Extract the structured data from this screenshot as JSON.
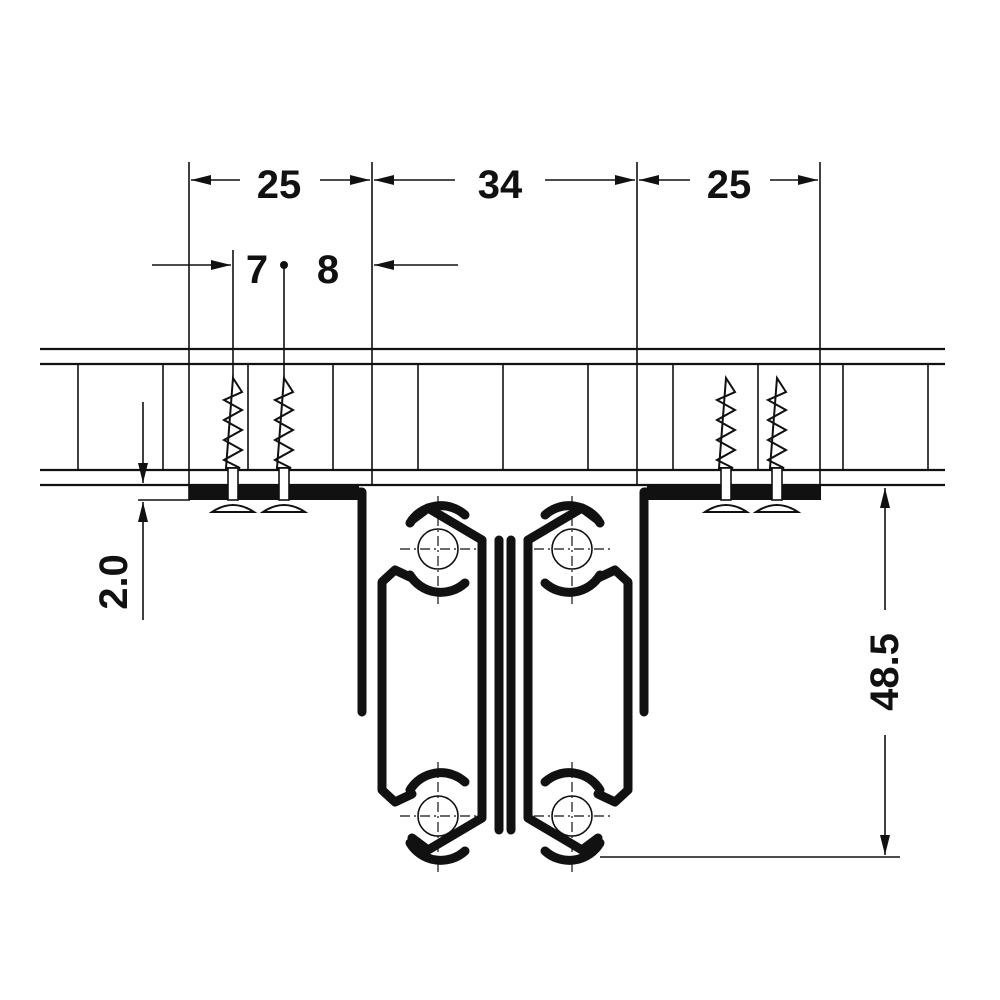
{
  "drawing": {
    "type": "technical drawing",
    "subject": "drawer slide rail mounted under panel"
  },
  "dimensions": {
    "top_left": "25",
    "top_middle": "34",
    "top_right": "25",
    "screw_left": "7",
    "screw_right": "8",
    "rail_thickness": "2.0",
    "rail_height": "48.5"
  },
  "colors": {
    "line": "#111111",
    "background": "#ffffff"
  }
}
